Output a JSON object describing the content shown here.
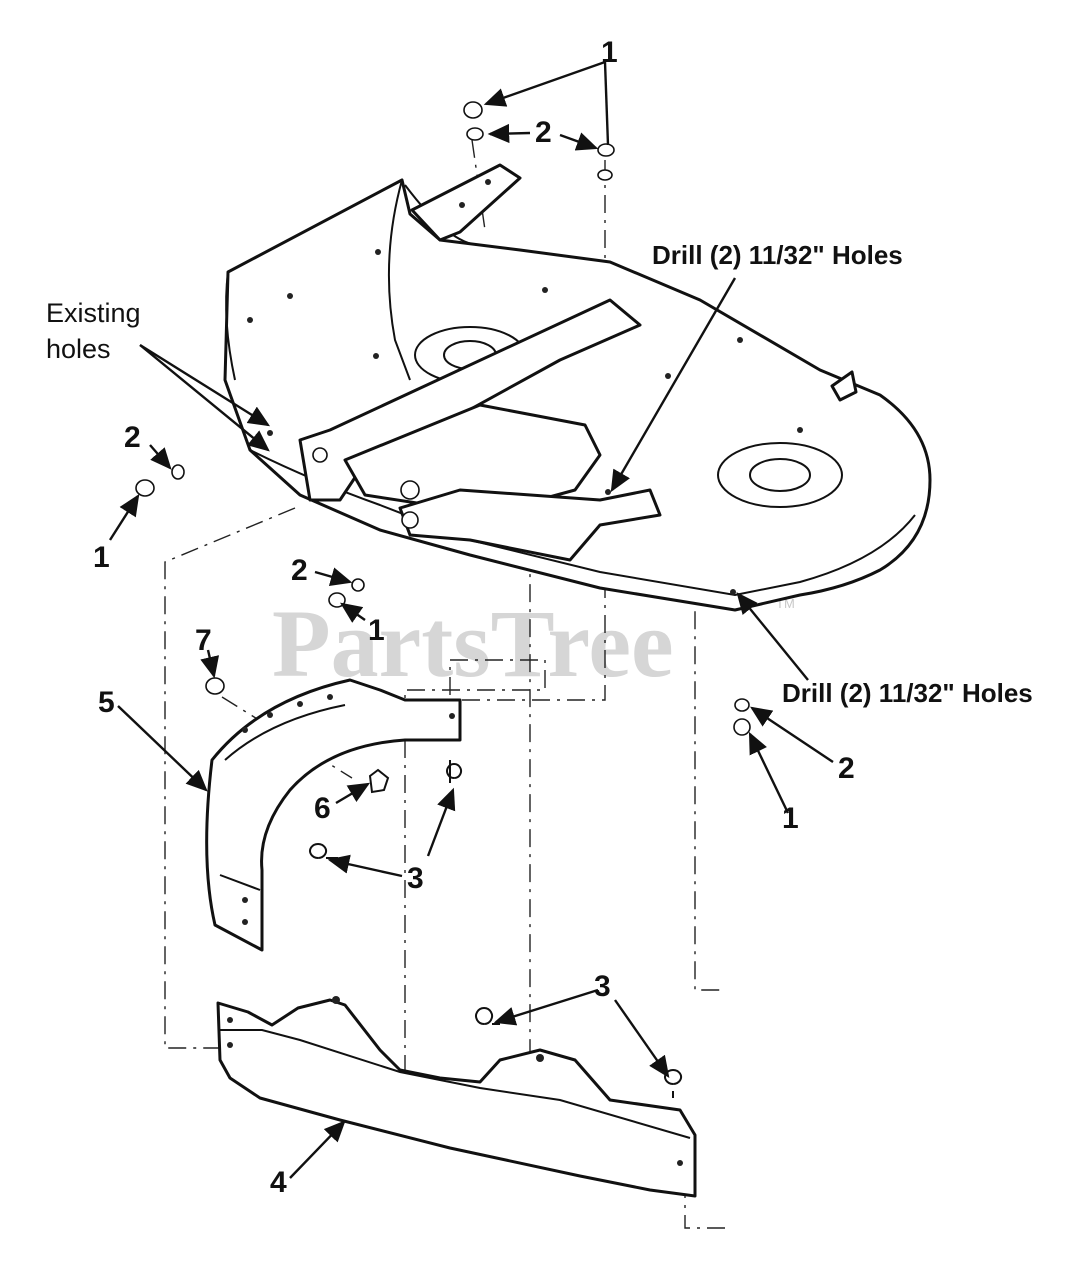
{
  "diagram": {
    "watermark": "PartsTree",
    "trademark": "TM",
    "notes": {
      "existing_holes_line1": "Existing",
      "existing_holes_line2": "holes",
      "drill_top": "Drill (2) 11/32\" Holes",
      "drill_right": "Drill (2) 11/32\" Holes"
    },
    "callouts": [
      "1",
      "2",
      "2",
      "1",
      "2",
      "1",
      "7",
      "5",
      "6",
      "3",
      "2",
      "1",
      "3",
      "4"
    ]
  }
}
